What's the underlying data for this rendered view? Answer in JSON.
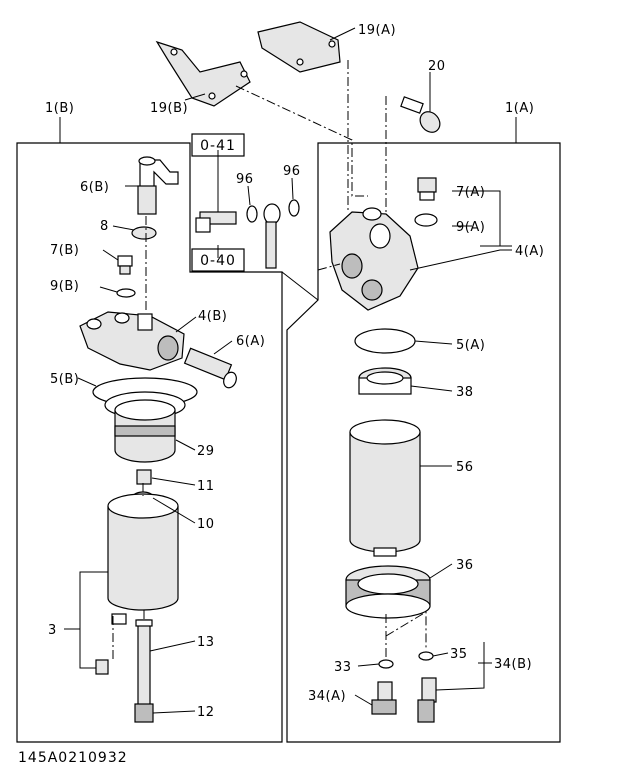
{
  "diagram": {
    "drawing_code": "145A0210932",
    "groups": {
      "left": "1(B)",
      "right": "1(A)"
    },
    "boxed_codes": [
      "0-41",
      "0-40"
    ],
    "callouts": {
      "p19a": "19(A)",
      "p19b": "19(B)",
      "p20": "20",
      "p6b": "6(B)",
      "p8": "8",
      "p7b": "7(B)",
      "p9b": "9(B)",
      "p4b": "4(B)",
      "p6a": "6(A)",
      "p5b": "5(B)",
      "p29": "29",
      "p11": "11",
      "p10": "10",
      "p3": "3",
      "p13": "13",
      "p12": "12",
      "p96a": "96",
      "p96b": "96",
      "p7a": "7(A)",
      "p9a": "9(A)",
      "p4a": "4(A)",
      "p5a": "5(A)",
      "p38": "38",
      "p56": "56",
      "p36": "36",
      "p35": "35",
      "p34b": "34(B)",
      "p33": "33",
      "p34a": "34(A)"
    }
  }
}
